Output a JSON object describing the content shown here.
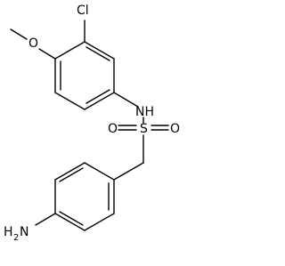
{
  "molecule": {
    "atom_labels": {
      "chlorine": "Cl",
      "oxygen_methoxy": "O",
      "nitrogen_amide": "NH",
      "sulfur": "S",
      "oxygen_sulfonyl_1": "O",
      "oxygen_sulfonyl_2": "O",
      "amine_h": "H",
      "amine_subscript": "2",
      "amine_n": "N"
    }
  },
  "colors": {
    "bond": "#000000",
    "label": "#000000",
    "background": "#ffffff"
  }
}
